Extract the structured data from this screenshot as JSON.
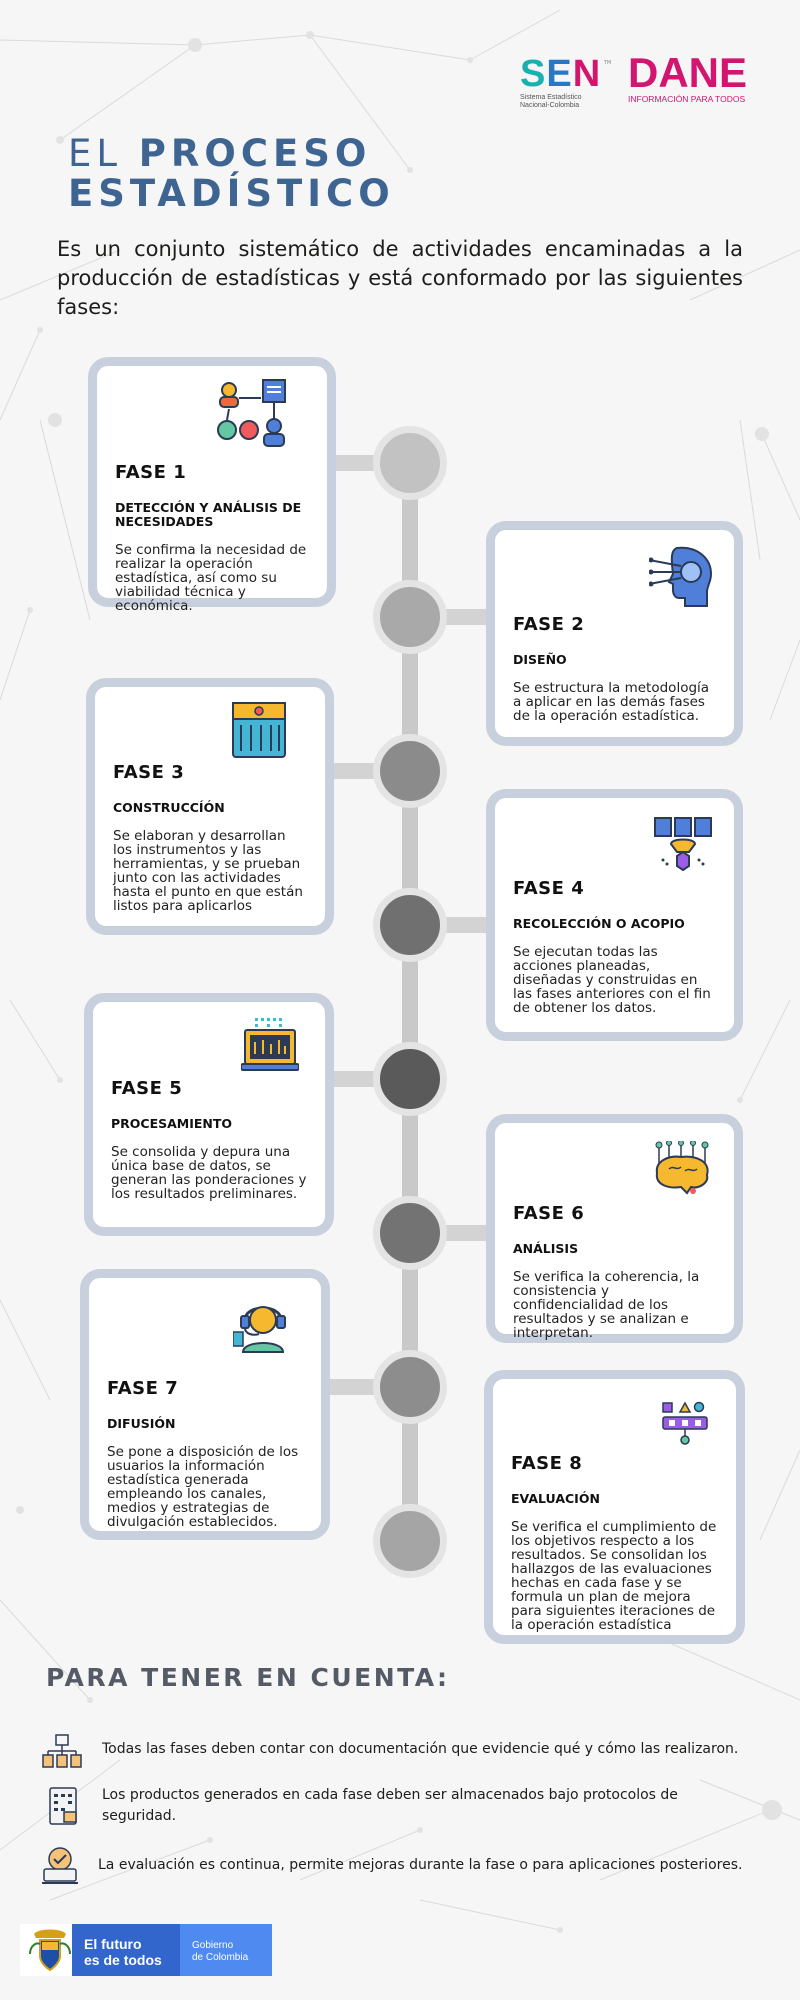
{
  "logos": {
    "sen": {
      "letters": [
        "S",
        "E",
        "N"
      ],
      "tm": "TM",
      "sub_lines": [
        "Sistema Estadístico",
        "Nacional-Colombia"
      ]
    },
    "dane": {
      "name": "DANE",
      "tagline": "INFORMACIÓN PARA TODOS"
    }
  },
  "header": {
    "title_light": "EL",
    "title_bold_1": "PROCESO",
    "title_bold_2": "ESTADÍSTICO",
    "intro": "Es un conjunto sistemático de actividades encaminadas a la producción de estadísticas y está conformado por las siguientes fases:"
  },
  "phases": [
    {
      "fase": "FASE 1",
      "name": "DETECCIÓN Y ANÁLISIS DE NECESIDADES",
      "desc": "Se confirma la necesidad de realizar la operación estadística, así como su viabilidad técnica y económica.",
      "icon": "needs-analysis-icon"
    },
    {
      "fase": "FASE 2",
      "name": "DISEÑO",
      "desc": "Se estructura la metodología a aplicar en las demás fases de la operación estadística.",
      "icon": "head-network-icon"
    },
    {
      "fase": "FASE 3",
      "name": "CONSTRUCCÍÓN",
      "desc": "Se elaboran y desarrollan los instrumentos y las herramientas, y se prueban junto con las actividades hasta el punto en que están listos para aplicarlos",
      "icon": "toolbox-icon"
    },
    {
      "fase": "FASE 4",
      "name": "RECOLECCIÓN O ACOPIO",
      "desc": "Se ejecutan todas las acciones planeadas, diseñadas y construidas en las fases anteriores con el fin de obtener los datos.",
      "icon": "data-collection-icon"
    },
    {
      "fase": "FASE 5",
      "name": "PROCESAMIENTO",
      "desc": "Se consolida y depura una única base de datos, se generan las ponderaciones y los resultados preliminares.",
      "icon": "laptop-processing-icon"
    },
    {
      "fase": "FASE 6",
      "name": "ANÁLISIS",
      "desc": "Se verifica la coherencia, la consistencia y confidencialidad de los resultados y se analizan e interpretan.",
      "icon": "brain-icon"
    },
    {
      "fase": "FASE 7",
      "name": "DIFUSIÓN",
      "desc": "Se pone a disposición de los usuarios la información estadística generada empleando los canales, medios y estrategias de divulgación establecidos.",
      "icon": "operator-headset-icon"
    },
    {
      "fase": "FASE 8",
      "name": "EVALUACIÓN",
      "desc": "Se verifica el cumplimiento de los objetivos respecto a los resultados. Se consolidan los hallazgos de las evaluaciones hechas en cada fase y se formula un plan de mejora para siguientes iteraciones de la operación estadística",
      "icon": "evaluation-flow-icon"
    }
  ],
  "node_colors": [
    "#c2c2c2",
    "#a9a9a9",
    "#8b8b8b",
    "#707070",
    "#5a5a5a",
    "#737373",
    "#8d8d8d",
    "#a5a5a5"
  ],
  "notes": {
    "title": "PARA TENER EN CUENTA:",
    "items": [
      {
        "text": "Todas las fases deben contar con documentación que evidencie qué y cómo las realizaron.",
        "icon": "documents-icon"
      },
      {
        "text": "Los productos generados en cada fase deben ser almacenados bajo protocolos de seguridad.",
        "icon": "secure-storage-icon"
      },
      {
        "text": "La evaluación es continua, permite mejoras durante la fase o para aplicaciones posteriores.",
        "icon": "continuous-evaluation-icon"
      }
    ]
  },
  "footer": {
    "line1": "El futuro",
    "line2": "es de todos",
    "gov1": "Gobierno",
    "gov2": "de Colombia"
  }
}
